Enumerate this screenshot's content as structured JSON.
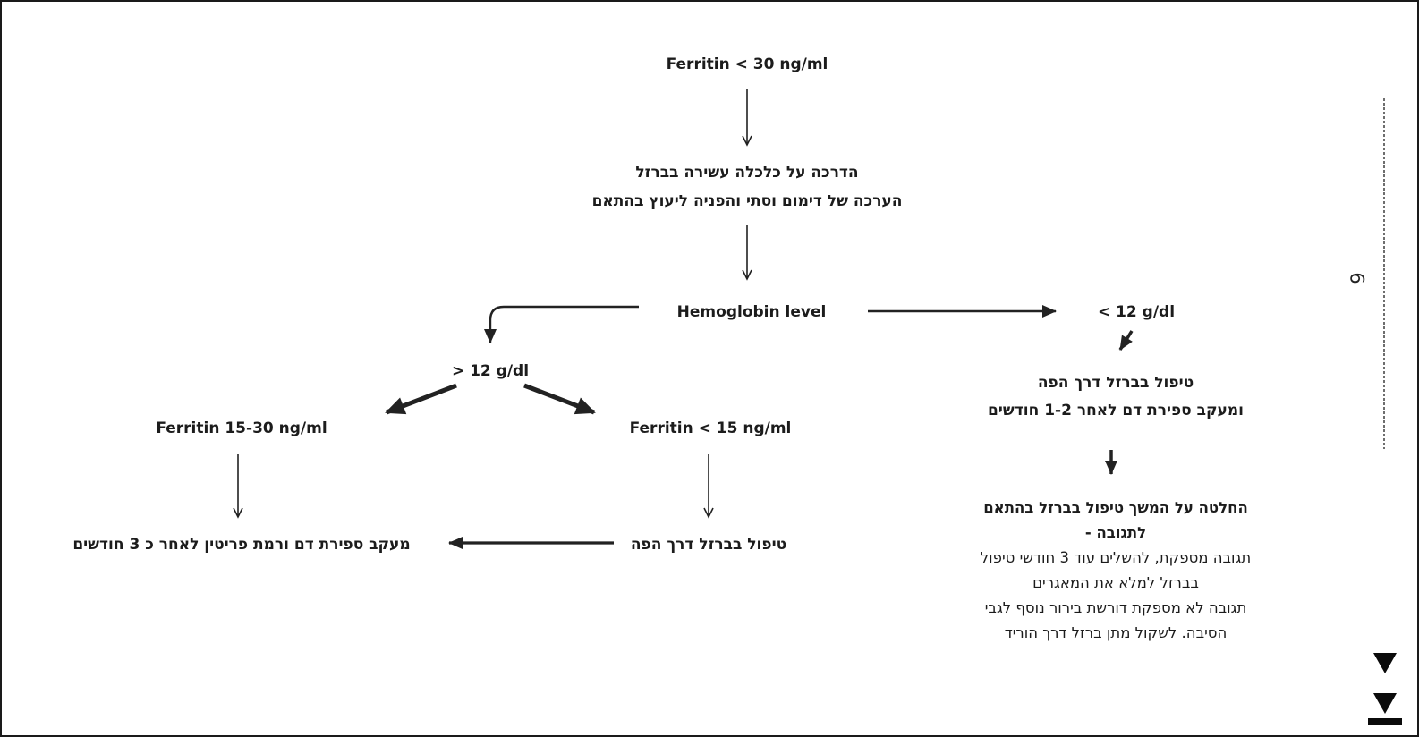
{
  "page": {
    "number": "6"
  },
  "colors": {
    "ink": "#1c1c1c",
    "background": "#ffffff"
  },
  "flowchart": {
    "root": "Ferritin < 30 ng/ml",
    "guidance": {
      "line1": "הדרכה על כלכלה עשירה בברזל",
      "line2": "הערכה של דימום וסתי והפניה ליעוץ בהתאם"
    },
    "hemoglobin": "Hemoglobin level",
    "hb_low": "< 12 g/dl",
    "hb_high": "> 12 g/dl",
    "ferritin_15_30": "Ferritin 15-30 ng/ml",
    "ferritin_lt_15": "Ferritin < 15 ng/ml",
    "followup_3_months": "מעקב ספירת דם ורמת פריטין לאחר כ 3 חודשים",
    "oral_iron": "טיפול בברזל דרך הפה",
    "oral_iron_followup": {
      "line1": "טיפול בברזל דרך הפה",
      "line2": "ומעקב ספירת דם לאחר 1-2 חודשים"
    },
    "decision": {
      "title_lines": [
        "החלטה על המשך טיפול בברזל בהתאם",
        "לתגובה -"
      ],
      "body_lines": [
        "תגובה מספקת, להשלים עוד 3 חודשי טיפול",
        "בברזל למלא את המאגרים",
        "תגובה לא מספקת דורשת בירור נוסף לגבי",
        "הסיבה. לשקול מתן ברזל דרך הוריד"
      ]
    }
  }
}
